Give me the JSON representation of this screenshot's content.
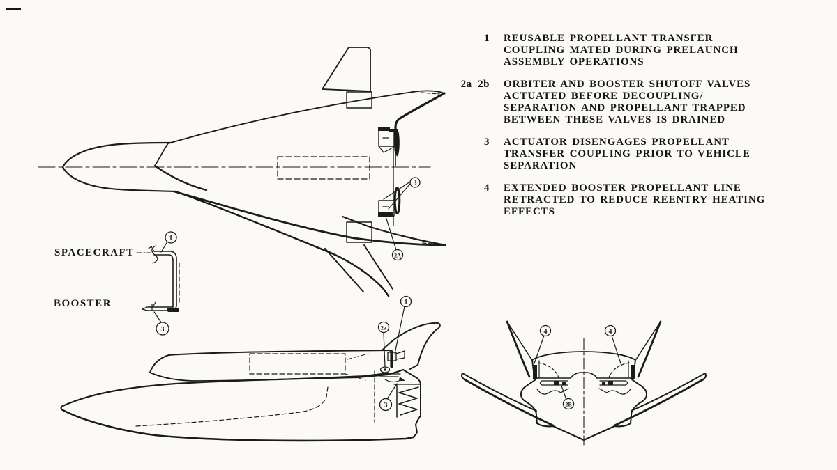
{
  "page": {
    "background": "#fbfaf7",
    "ink": "#1b1b1b"
  },
  "labels": {
    "spacecraft": "SPACECRAFT",
    "booster": "BOOSTER"
  },
  "legend": {
    "items": [
      {
        "number": "1",
        "text": "REUSABLE PROPELLANT TRANSFER\nCOUPLING MATED DURING PRELAUNCH\nASSEMBLY OPERATIONS"
      },
      {
        "number": "2a  2b",
        "text": "ORBITER AND BOOSTER SHUTOFF VALVES\nACTUATED BEFORE DECOUPLING/\nSEPARATION AND PROPELLANT TRAPPED\nBETWEEN THESE VALVES IS DRAINED"
      },
      {
        "number": "3",
        "text": "ACTUATOR DISENGAGES PROPELLANT\nTRANSFER COUPLING PRIOR TO VEHICLE\nSEPARATION"
      },
      {
        "number": "4",
        "text": "EXTENDED BOOSTER PROPELLANT LINE\nRETRACTED TO REDUCE REENTRY HEATING\nEFFECTS"
      }
    ]
  },
  "callouts": {
    "top_view_3": "3",
    "top_view_2a": "2A",
    "detail_1": "1",
    "detail_3": "3",
    "side_1": "1",
    "side_2a": "2a",
    "side_3": "3",
    "rear_4_left": "4",
    "rear_4_right": "4",
    "rear_2b": "2B"
  }
}
